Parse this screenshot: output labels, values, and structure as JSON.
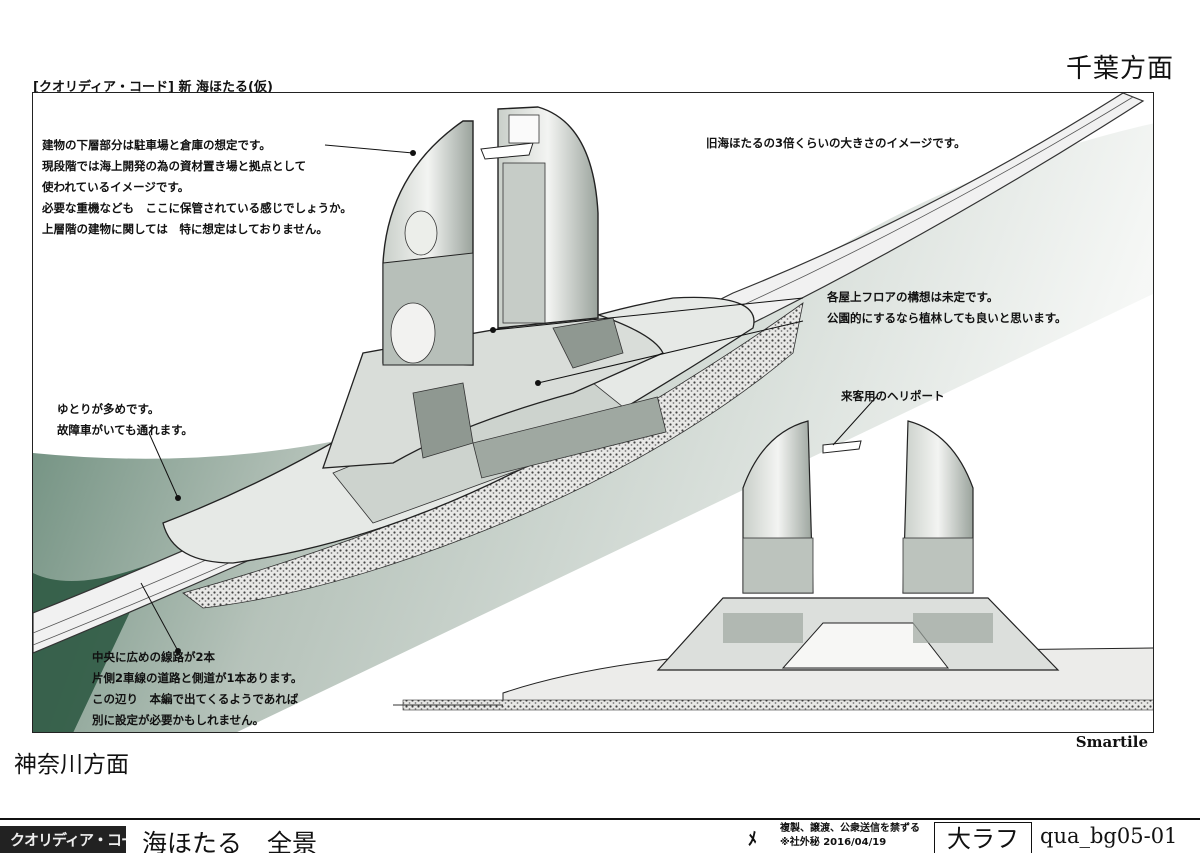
{
  "directions": {
    "top_right": "千葉方面",
    "bottom_left": "神奈川方面"
  },
  "sheet_title": "[クオリディア・コード] 新 海ほたる(仮)",
  "notes": {
    "lower_building": [
      "建物の下層部分は駐車場と倉庫の想定です。",
      "現段階では海上開発の為の資材置き場と拠点として",
      "使われているイメージです。",
      "必要な重機なども　ここに保管されている感じでしょうか。",
      "上層階の建物に関しては　特に想定はしておりません。"
    ],
    "size": "旧海ほたるの3倍くらいの大きさのイメージです。",
    "roof": [
      "各屋上フロアの構想は未定です。",
      "公園的にするなら植林しても良いと思います。"
    ],
    "shoulder": [
      "ゆとりが多めです。",
      "故障車がいても通れます。"
    ],
    "heliport": "来客用のヘリポート",
    "rail": [
      "中央に広めの線路が2本",
      "片側2車線の道路と側道が1本あります。",
      "この辺り　本編で出てくるようであれば",
      "別に設定が必要かもしれません。"
    ]
  },
  "brand": "Smartile",
  "footer": {
    "logo": "クオリディア・コード",
    "scene_title": "海ほたる　全景",
    "rights_lines": [
      "複製、譲渡、公衆送信を禁ずる",
      "※社外秘 2016/04/19"
    ],
    "stage": "大ラフ",
    "code": "qua_bg05-01"
  }
}
